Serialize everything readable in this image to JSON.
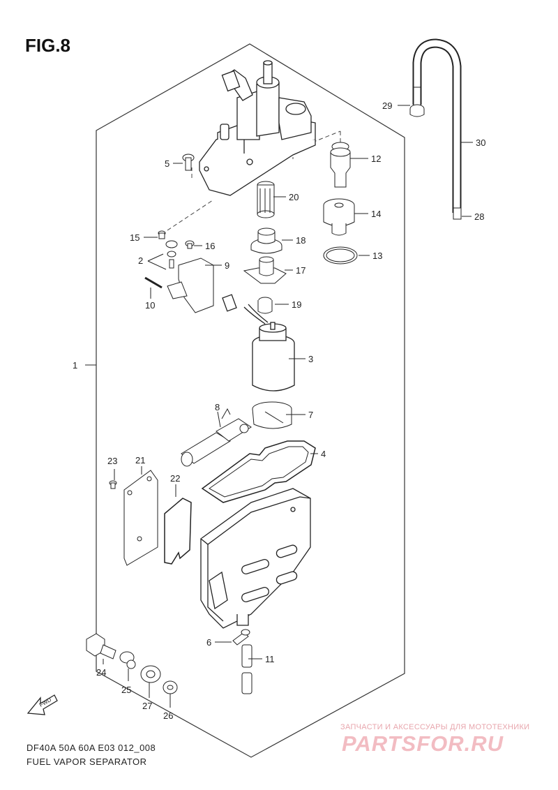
{
  "header": {
    "fig_label": "FIG.8"
  },
  "footer": {
    "model_line": "DF40A 50A 60A E03 012_008",
    "section_title": "FUEL VAPOR SEPARATOR"
  },
  "watermark": {
    "caption": "ЗАПЧАСТИ И АКСЕССУАРЫ ДЛЯ МОТОТЕХНИКИ",
    "logo": "PARTSFOR.RU",
    "color": "#f2bcc2"
  },
  "direction_badge": {
    "text": "FWD",
    "icon": "forward-arrow-icon"
  },
  "callouts": [
    {
      "number": "1"
    },
    {
      "number": "2"
    },
    {
      "number": "3"
    },
    {
      "number": "4"
    },
    {
      "number": "5"
    },
    {
      "number": "6"
    },
    {
      "number": "7"
    },
    {
      "number": "8"
    },
    {
      "number": "9"
    },
    {
      "number": "10"
    },
    {
      "number": "11"
    },
    {
      "number": "12"
    },
    {
      "number": "13"
    },
    {
      "number": "14"
    },
    {
      "number": "15"
    },
    {
      "number": "16"
    },
    {
      "number": "17"
    },
    {
      "number": "18"
    },
    {
      "number": "19"
    },
    {
      "number": "20"
    },
    {
      "number": "21"
    },
    {
      "number": "22"
    },
    {
      "number": "23"
    },
    {
      "number": "24"
    },
    {
      "number": "25"
    },
    {
      "number": "26"
    },
    {
      "number": "27"
    },
    {
      "number": "28"
    },
    {
      "number": "29"
    },
    {
      "number": "30"
    }
  ]
}
